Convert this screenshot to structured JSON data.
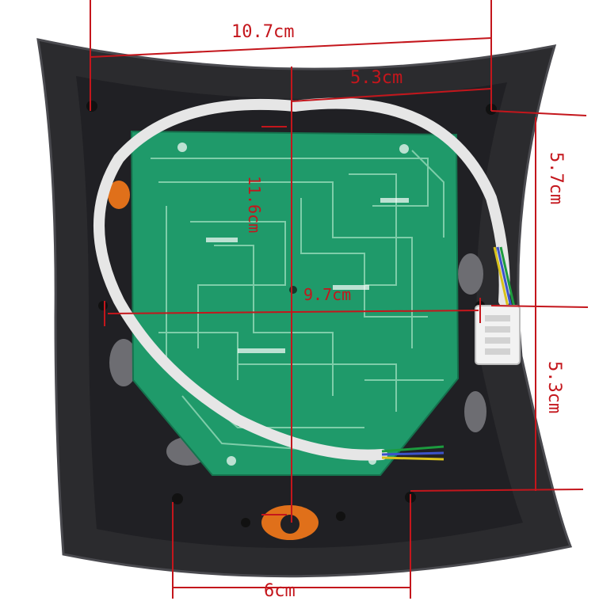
{
  "photo": {
    "subject": "control-board-housing",
    "colors": {
      "background": "#ffffff",
      "housing": "#2b2b2e",
      "housing_edge": "#4a4a4f",
      "pcb": "#1f9a6a",
      "pcb_trace": "#8fd6b4",
      "cable": "#e6e6e6",
      "connector": "#f2f2f2",
      "dimension_ink": "#c4161c",
      "accent_orange": "#e0701a"
    }
  },
  "dimensions": {
    "top_width": "10.7cm",
    "top_half_width": "5.3cm",
    "right_upper_height": "5.7cm",
    "right_lower_height": "5.3cm",
    "pcb_height": "11.6cm",
    "pcb_width": "9.7cm",
    "bottom_width": "6cm"
  }
}
